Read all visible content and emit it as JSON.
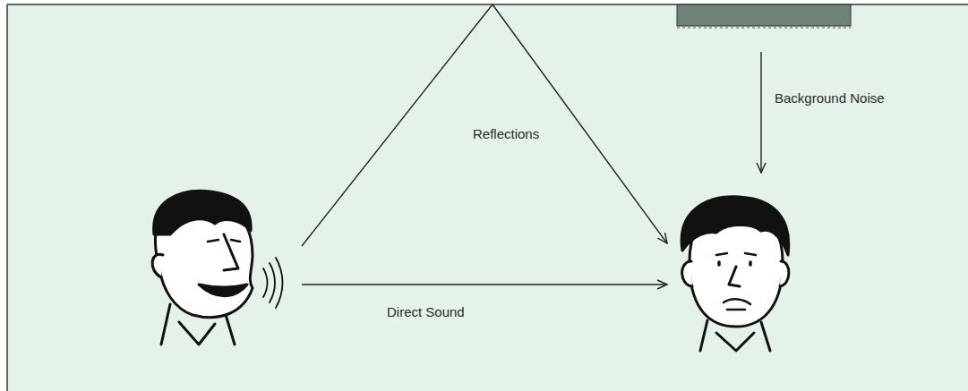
{
  "diagram": {
    "labels": [
      "Background Noise",
      "Reflections",
      "Direct Sound"
    ]
  }
}
